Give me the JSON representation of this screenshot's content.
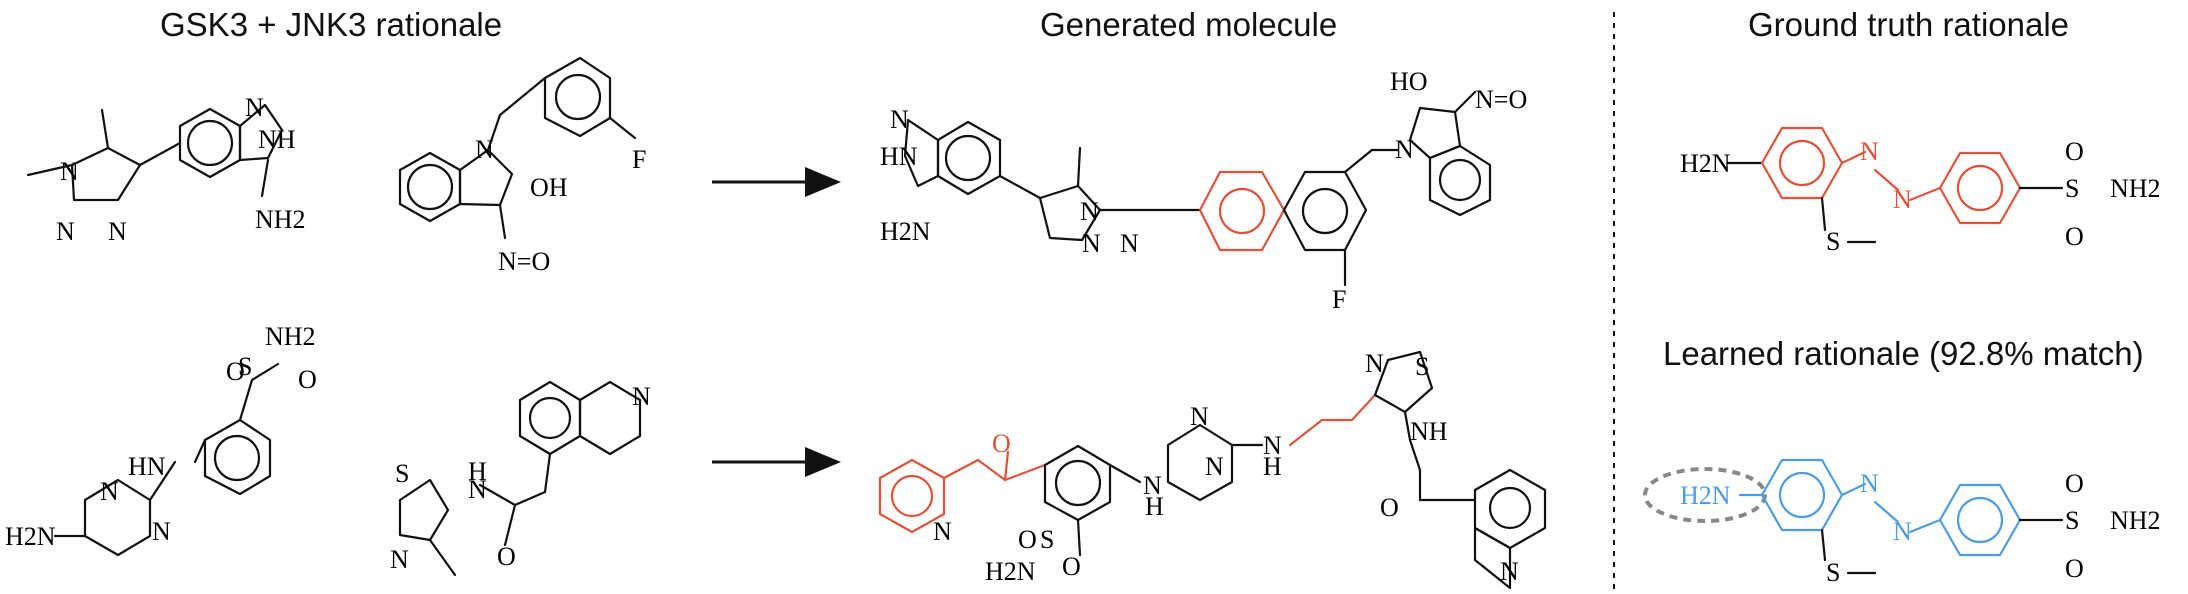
{
  "titles": {
    "left": "GSK3 + JNK3 rationale",
    "middle": "Generated molecule",
    "right_top": "Ground truth rationale",
    "right_bottom": "Learned rationale (92.8% match)"
  },
  "labels": {
    "NH": "NH",
    "HN": "HN",
    "H": "H",
    "N": "N",
    "S": "S",
    "O": "O",
    "F": "F",
    "OH": "OH",
    "HO": "HO",
    "H2N": "H2N",
    "NH2": "NH2",
    "N_eq_O": "N=O",
    "S_methyl": "S—",
    "sulfonamide": "S—NH2"
  },
  "colors": {
    "rationale": "#e0533b",
    "learned": "#4d9de0",
    "bonds": "#111111",
    "ellipse": "#888888"
  }
}
